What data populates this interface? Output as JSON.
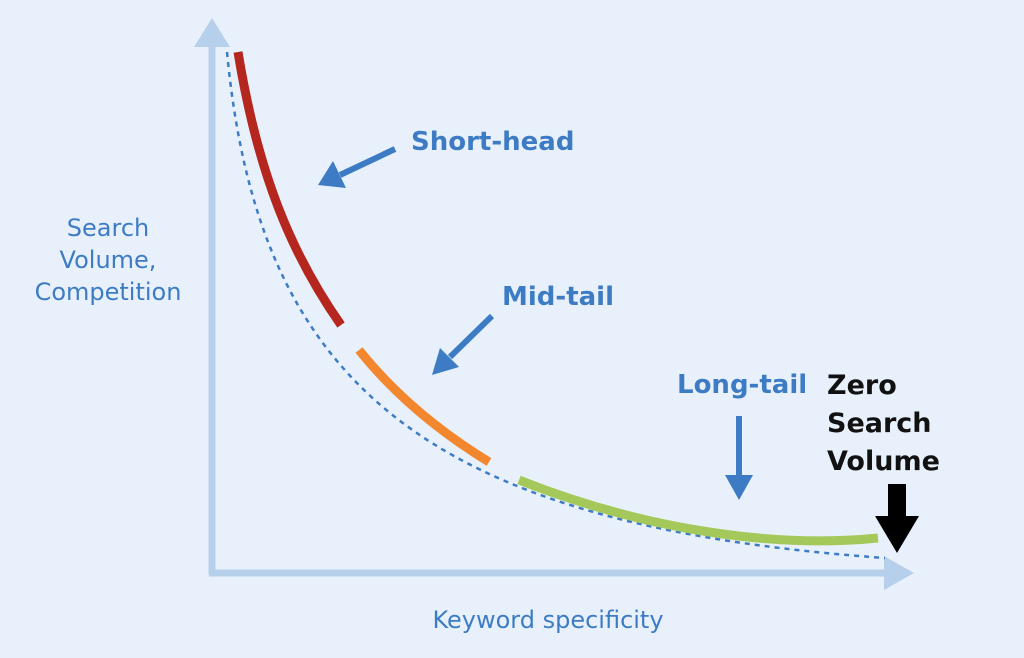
{
  "labels": {
    "y_axis_line1": "Search",
    "y_axis_line2": "Volume,",
    "y_axis_line3": "Competition",
    "x_axis": "Keyword specificity",
    "short_head": "Short-head",
    "mid_tail": "Mid-tail",
    "long_tail": "Long-tail",
    "zero_line1": "Zero",
    "zero_line2": "Search",
    "zero_line3": "Volume"
  },
  "colors": {
    "background": "#e8f1fb",
    "axis": "#b6cfea",
    "label_blue": "#3d7cc4",
    "short_head": "#b5261e",
    "mid_tail": "#f2872f",
    "long_tail": "#a4c85a",
    "dotted_curve": "#3d7cc4",
    "zero_arrow": "#000000"
  },
  "segments": [
    "short-head",
    "mid-tail",
    "long-tail"
  ]
}
